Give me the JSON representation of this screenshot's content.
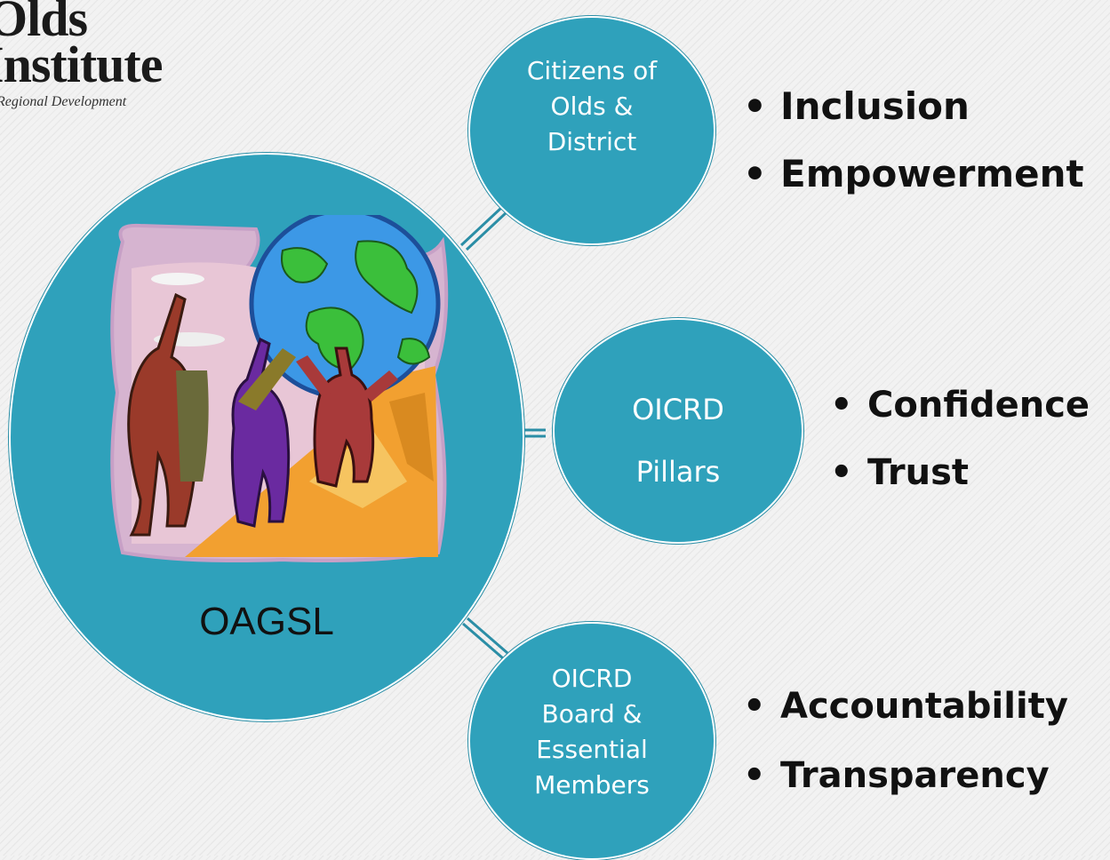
{
  "logo": {
    "line1": "Olds",
    "line2": "Institute",
    "line3": "Regional Development"
  },
  "center": {
    "label": "OAGSL"
  },
  "nodes": [
    {
      "lines": [
        "Citizens of",
        "Olds &",
        "District"
      ],
      "bullets": [
        "Inclusion",
        "Empowerment"
      ]
    },
    {
      "lines": [
        "OICRD",
        "Pillars"
      ],
      "bullets": [
        "Confidence",
        "Trust"
      ]
    },
    {
      "lines": [
        "OICRD",
        "Board &",
        "Essential",
        "Members"
      ],
      "bullets": [
        "Accountability",
        "Transparency"
      ]
    }
  ],
  "colors": {
    "circle_fill": "#2fa1bb",
    "connector": "#2b8ea6",
    "text_on_circle": "#ffffff"
  }
}
